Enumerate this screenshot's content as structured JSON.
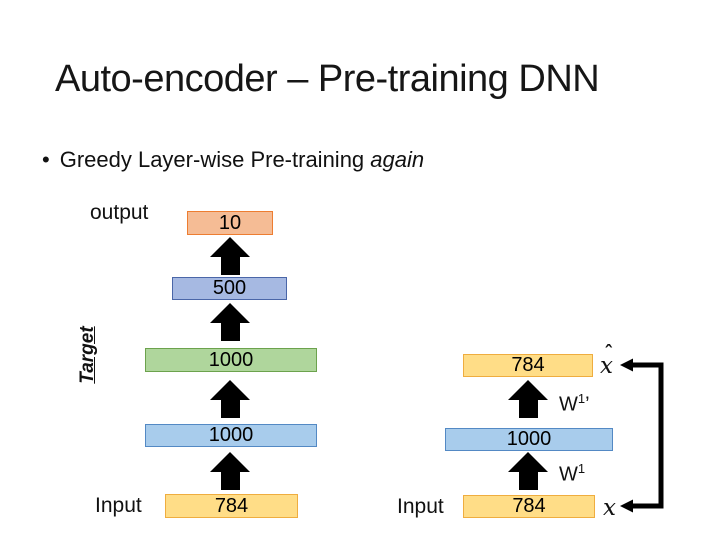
{
  "slide": {
    "title": "Auto-encoder – Pre-training DNN",
    "bullet": {
      "marker": "•",
      "text": "Greedy Layer-wise Pre-training",
      "emphasis": "again"
    }
  },
  "colors": {
    "output_fill": "#F5BC95",
    "output_border": "#ED7D31",
    "h500_fill": "#A6B9E2",
    "h500_border": "#4A66A8",
    "green_fill": "#AFD69C",
    "green_border": "#6CA24D",
    "blue_fill": "#A8CCEC",
    "blue_border": "#5389C4",
    "yellow_fill": "#FFDD87",
    "yellow_border": "#EFAD3F",
    "arrow": "#000000"
  },
  "left_network": {
    "target_label": "Target",
    "output_label": "output",
    "input_label": "Input",
    "layers": {
      "output": "10",
      "hidden3": "500",
      "hidden2": "1000",
      "hidden1": "1000",
      "input": "784"
    }
  },
  "right_network": {
    "input_label": "Input",
    "layers": {
      "reconstruction": "784",
      "hidden": "1000",
      "input": "784"
    },
    "weights": {
      "decoder_base": "W",
      "decoder_sup": "1",
      "decoder_prime": "’",
      "encoder_base": "W",
      "encoder_sup": "1"
    },
    "symbols": {
      "x_hat_accent": "ˆ",
      "x_hat_base": "x",
      "x_base": "x"
    }
  }
}
